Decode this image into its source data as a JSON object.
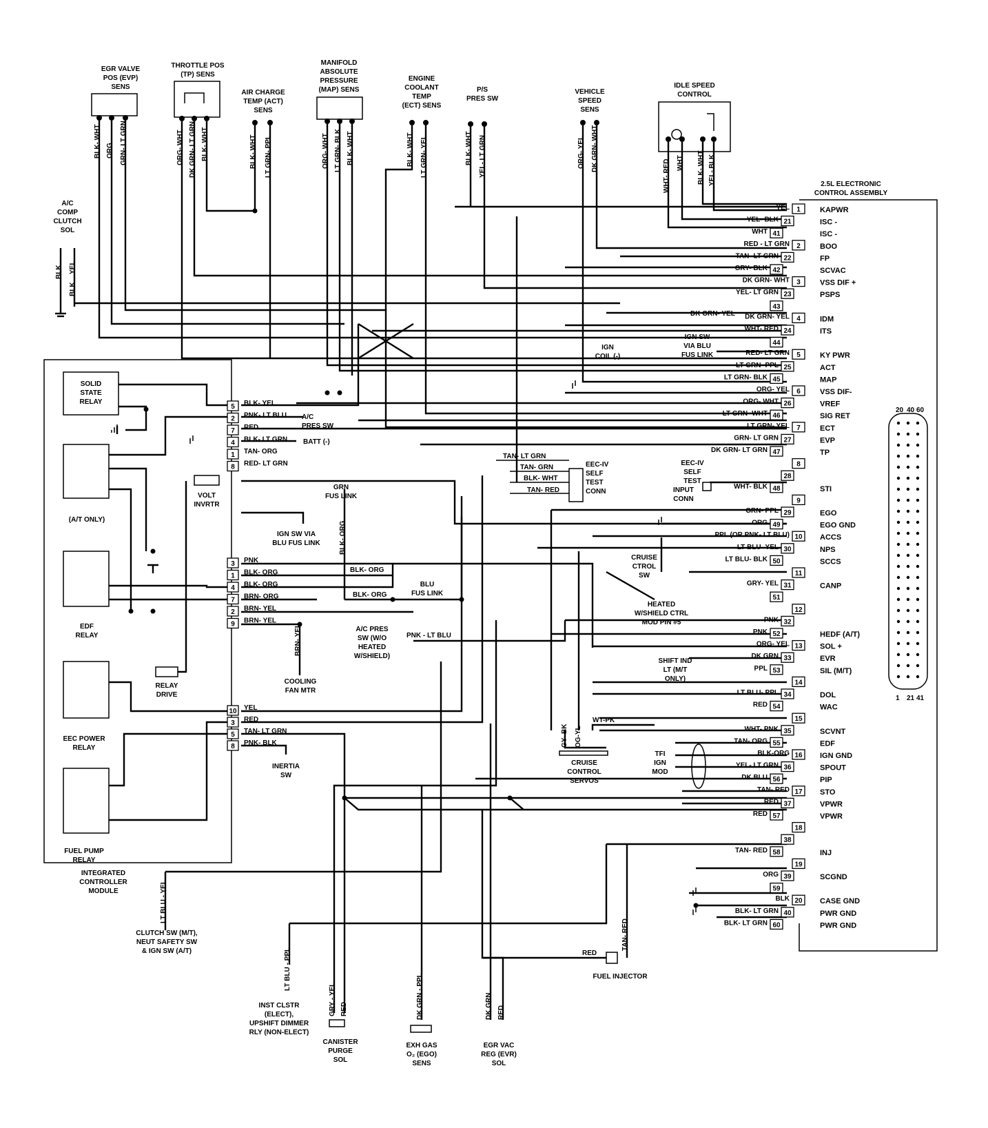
{
  "sensors": [
    {
      "key": "evp",
      "label": [
        "EGR VALVE",
        "POS (EVP)",
        "SENS"
      ],
      "wires": [
        "BLK- WHT",
        "ORG",
        "GRN- LT GRN"
      ]
    },
    {
      "key": "tp",
      "label": [
        "THROTTLE POS",
        "(TP) SENS"
      ],
      "wires": [
        "ORG- WHT",
        "DK GRN- LT GRN",
        "BLK- WHT"
      ]
    },
    {
      "key": "act",
      "label": [
        "AIR CHARGE",
        "TEMP (ACT)",
        "SENS"
      ],
      "wires": [
        "BLK- WHT",
        "LT GRN- PPL"
      ]
    },
    {
      "key": "map",
      "label": [
        "MANIFOLD",
        "ABSOLUTE",
        "PRESSURE",
        "(MAP) SENS"
      ],
      "wires": [
        "ORG- WHT",
        "LT GRN- BLK",
        "BLK- WHT"
      ]
    },
    {
      "key": "ect",
      "label": [
        "ENGINE",
        "COOLANT",
        "TEMP",
        "(ECT) SENS"
      ],
      "wires": [
        "BLK- WHT",
        "LT GRN- YEL"
      ]
    },
    {
      "key": "ps",
      "label": [
        "P/S",
        "PRES SW"
      ],
      "wires": [
        "BLK- WHT",
        "YEL- LT GRN"
      ]
    },
    {
      "key": "vss",
      "label": [
        "VEHICLE",
        "SPEED",
        "SENS"
      ],
      "wires": [
        "ORG- YEL",
        "DK GRN- WHT"
      ]
    },
    {
      "key": "isc",
      "label": [
        "IDLE SPEED",
        "CONTROL"
      ],
      "wires": [
        "WHT- RED",
        "WHT",
        "BLK- WHT",
        "YEL- BLK"
      ]
    }
  ],
  "ac_clutch": {
    "label": [
      "A/C",
      "COMP",
      "CLUTCH",
      "SOL"
    ],
    "wires": [
      "BLK",
      "YEL",
      "BLK"
    ]
  },
  "eca_title": [
    "2.5L ELECTRONIC",
    "CONTROL ASSEMBLY"
  ],
  "eca_pins": [
    {
      "num": "1",
      "wire": "YEL",
      "func": "KAPWR"
    },
    {
      "num": "21",
      "wire": "YEL- BLK",
      "func": "ISC -"
    },
    {
      "num": "41",
      "wire": "WHT",
      "func": "ISC -"
    },
    {
      "num": "2",
      "wire": "RED - LT GRN",
      "func": "BOO"
    },
    {
      "num": "22",
      "wire": "TAN- LT GRN",
      "func": "FP"
    },
    {
      "num": "42",
      "wire": "GRY- BLK",
      "func": "SCVAC"
    },
    {
      "num": "3",
      "wire": "DK GRN- WHT",
      "func": "VSS DIF +"
    },
    {
      "num": "23",
      "wire": "YEL- LT GRN",
      "func": "PSPS"
    },
    {
      "num": "43",
      "wire": "",
      "func": ""
    },
    {
      "num": "4",
      "wire": "DK GRN- YEL",
      "func": "IDM"
    },
    {
      "num": "24",
      "wire": "WHT- RED",
      "func": "ITS"
    },
    {
      "num": "44",
      "wire": "",
      "func": ""
    },
    {
      "num": "5",
      "wire": "RED- LT GRN",
      "func": "KY PWR"
    },
    {
      "num": "25",
      "wire": "LT GRN- PPL",
      "func": "ACT"
    },
    {
      "num": "45",
      "wire": "LT GRN- BLK",
      "func": "MAP"
    },
    {
      "num": "6",
      "wire": "ORG- YEL",
      "func": "VSS DIF-"
    },
    {
      "num": "26",
      "wire": "ORG- WHT",
      "func": "VREF"
    },
    {
      "num": "46",
      "wire": "LT GRN- WHT",
      "func": "SIG RET"
    },
    {
      "num": "7",
      "wire": "LT GRN- YEL",
      "func": "ECT"
    },
    {
      "num": "27",
      "wire": "GRN- LT GRN",
      "func": "EVP"
    },
    {
      "num": "47",
      "wire": "DK GRN- LT GRN",
      "func": "TP"
    },
    {
      "num": "8",
      "wire": "",
      "func": ""
    },
    {
      "num": "28",
      "wire": "",
      "func": ""
    },
    {
      "num": "48",
      "wire": "WHT- BLK",
      "func": "STI"
    },
    {
      "num": "9",
      "wire": "",
      "func": ""
    },
    {
      "num": "29",
      "wire": "GRN- PPL",
      "func": "EGO"
    },
    {
      "num": "49",
      "wire": "ORG",
      "func": "EGO GND"
    },
    {
      "num": "10",
      "wire": "PPL (OR PNK- LT BLU)",
      "func": "ACCS"
    },
    {
      "num": "30",
      "wire": "LT BLU- YEL",
      "func": "NPS"
    },
    {
      "num": "50",
      "wire": "LT BLU- BLK",
      "func": "SCCS"
    },
    {
      "num": "11",
      "wire": "",
      "func": ""
    },
    {
      "num": "31",
      "wire": "GRY- YEL",
      "func": "CANP"
    },
    {
      "num": "51",
      "wire": "",
      "func": ""
    },
    {
      "num": "12",
      "wire": "",
      "func": ""
    },
    {
      "num": "32",
      "wire": "PNK",
      "func": ""
    },
    {
      "num": "52",
      "wire": "PNK",
      "func": "HEDF (A/T)"
    },
    {
      "num": "13",
      "wire": "ORG- YEL",
      "func": "SOL +"
    },
    {
      "num": "33",
      "wire": "DK GRN",
      "func": "EVR"
    },
    {
      "num": "53",
      "wire": "PPL",
      "func": "SIL (M/T)"
    },
    {
      "num": "14",
      "wire": "",
      "func": ""
    },
    {
      "num": "34",
      "wire": "LT BLU- PPL",
      "func": "DOL"
    },
    {
      "num": "54",
      "wire": "RED",
      "func": "WAC"
    },
    {
      "num": "15",
      "wire": "",
      "func": ""
    },
    {
      "num": "35",
      "wire": "WHT- PNK",
      "func": "SCVNT"
    },
    {
      "num": "55",
      "wire": "TAN- ORG",
      "func": "EDF"
    },
    {
      "num": "16",
      "wire": "BLK-ORG",
      "func": "IGN GND"
    },
    {
      "num": "36",
      "wire": "YEL- LT GRN",
      "func": "SPOUT"
    },
    {
      "num": "56",
      "wire": "DK BLU",
      "func": "PIP"
    },
    {
      "num": "17",
      "wire": "TAN- RED",
      "func": "STO"
    },
    {
      "num": "37",
      "wire": "RED",
      "func": "VPWR"
    },
    {
      "num": "57",
      "wire": "RED",
      "func": "VPWR"
    },
    {
      "num": "18",
      "wire": "",
      "func": ""
    },
    {
      "num": "38",
      "wire": "",
      "func": ""
    },
    {
      "num": "58",
      "wire": "TAN- RED",
      "func": "INJ"
    },
    {
      "num": "19",
      "wire": "",
      "func": ""
    },
    {
      "num": "39",
      "wire": "ORG",
      "func": "SCGND"
    },
    {
      "num": "59",
      "wire": "",
      "func": ""
    },
    {
      "num": "20",
      "wire": "BLK",
      "func": "CASE GND"
    },
    {
      "num": "40",
      "wire": "BLK- LT GRN",
      "func": "PWR GND"
    },
    {
      "num": "60",
      "wire": "BLK- LT GRN",
      "func": "PWR GND"
    }
  ],
  "icm_pins_top": [
    {
      "num": "5",
      "wire": "BLK- YEL"
    },
    {
      "num": "2",
      "wire": "PNK- LT BLU"
    },
    {
      "num": "7",
      "wire": "RED"
    },
    {
      "num": "4",
      "wire": "BLK- LT GRN"
    },
    {
      "num": "1",
      "wire": "TAN- ORG"
    },
    {
      "num": "8",
      "wire": "RED- LT GRN"
    }
  ],
  "icm_pins_mid": [
    {
      "num": "3",
      "wire": "PNK"
    },
    {
      "num": "1",
      "wire": "BLK- ORG"
    },
    {
      "num": "4",
      "wire": "BLK- ORG"
    },
    {
      "num": "7",
      "wire": "BRN- ORG"
    },
    {
      "num": "2",
      "wire": "BRN- YEL"
    },
    {
      "num": "9",
      "wire": "BRN- YEL"
    }
  ],
  "icm_pins_bot": [
    {
      "num": "10",
      "wire": "YEL"
    },
    {
      "num": "3",
      "wire": "RED"
    },
    {
      "num": "5",
      "wire": "TAN- LT GRN"
    },
    {
      "num": "8",
      "wire": "PNK- BLK"
    }
  ],
  "icm": {
    "title": [
      "INTEGRATED",
      "CONTROLLER",
      "MODULE"
    ],
    "ssr": [
      "SOLID",
      "STATE",
      "RELAY"
    ],
    "at_only": "(A/T ONLY)",
    "volt": [
      "VOLT",
      "INVRTR"
    ],
    "edf": [
      "EDF",
      "RELAY"
    ],
    "relay_drive": [
      "RELAY",
      "DRIVE"
    ],
    "eec_power": [
      "EEC POWER",
      "RELAY"
    ],
    "fuel_pump": [
      "FUEL PUMP",
      "RELAY"
    ]
  },
  "labels": {
    "ac_pres_sw": [
      "A/C",
      "PRES SW"
    ],
    "batt": "BATT (-)",
    "grn_fus": [
      "GRN",
      "FUS LINK"
    ],
    "ign_sw_via_blu": [
      "IGN SW VIA",
      "BLU FUS LINK"
    ],
    "blk_org": "BLK- ORG",
    "blk_org2": "BLK- ORG",
    "blk_org_vert": "BLK- ORG",
    "blu_fus": [
      "BLU",
      "FUS LINK"
    ],
    "brn_yel_vert": "BRN- YEL",
    "cooling_fan": [
      "COOLING",
      "FAN MTR"
    ],
    "inertia": [
      "INERTIA",
      "SW"
    ],
    "ac_pres_wo": [
      "A/C PRES",
      "SW (W/O",
      "HEATED",
      "W/SHIELD)"
    ],
    "ac_pres_wo_wire": "PNK - LT BLU",
    "ign_coil": [
      "IGN",
      "COIL (-)"
    ],
    "ign_sw_via_blu2": [
      "IGN SW",
      "VIA BLU",
      "FUS LINK"
    ],
    "self_test_conn": [
      "EEC-IV",
      "SELF",
      "TEST",
      "CONN"
    ],
    "self_test_wires": [
      "TAN- LT GRN",
      "TAN- GRN",
      "BLK- WHT",
      "TAN- RED"
    ],
    "sti_input": [
      "EEC-IV",
      "SELF",
      "TEST",
      "INPUT",
      "CONN"
    ],
    "cruise_sw": [
      "CRUISE",
      "CTROL",
      "SW"
    ],
    "heated": [
      "HEATED",
      "W/SHIELD CTRL",
      "MOD PIN #5"
    ],
    "shift_ind": [
      "SHIFT IND",
      "LT (M/T",
      "ONLY)"
    ],
    "cruise_servo": [
      "CRUISE",
      "CONTROL",
      "SERVOS"
    ],
    "servo_wires": [
      "GY- BK",
      "OG-YL",
      "WT-PK"
    ],
    "tfi": [
      "TFI",
      "IGN",
      "MOD"
    ],
    "clutch_sw": [
      "CLUTCH SW (M/T),",
      "NEUT SAFETY SW",
      "& IGN SW (A/T)"
    ],
    "clutch_wire": "LT BLU - YEL",
    "inst_clstr": [
      "INST CLSTR",
      "(ELECT),",
      "UPSHIFT DIMMER",
      "RLY (NON-ELECT)"
    ],
    "inst_wire": "LT BLU - PPL",
    "canister": [
      "CANISTER",
      "PURGE",
      "SOL"
    ],
    "canister_wires": [
      "GRY - YEL",
      "RED"
    ],
    "exh_gas": [
      "EXH GAS",
      "O₂ (EGO)",
      "SENS"
    ],
    "exh_wires": [
      "DK GRN - PPL"
    ],
    "egr_vac": [
      "EGR VAC",
      "REG (EVR)",
      "SOL"
    ],
    "egr_wires": [
      "DK GRN",
      "RED"
    ],
    "fuel_injector": "FUEL INJECTOR",
    "inj_wires": [
      "RED",
      "TAN- RED"
    ],
    "dk_grn_yel": "DK GRN- YEL",
    "connector_nums": [
      "20",
      "40",
      "60",
      "1",
      "21",
      "41"
    ]
  }
}
